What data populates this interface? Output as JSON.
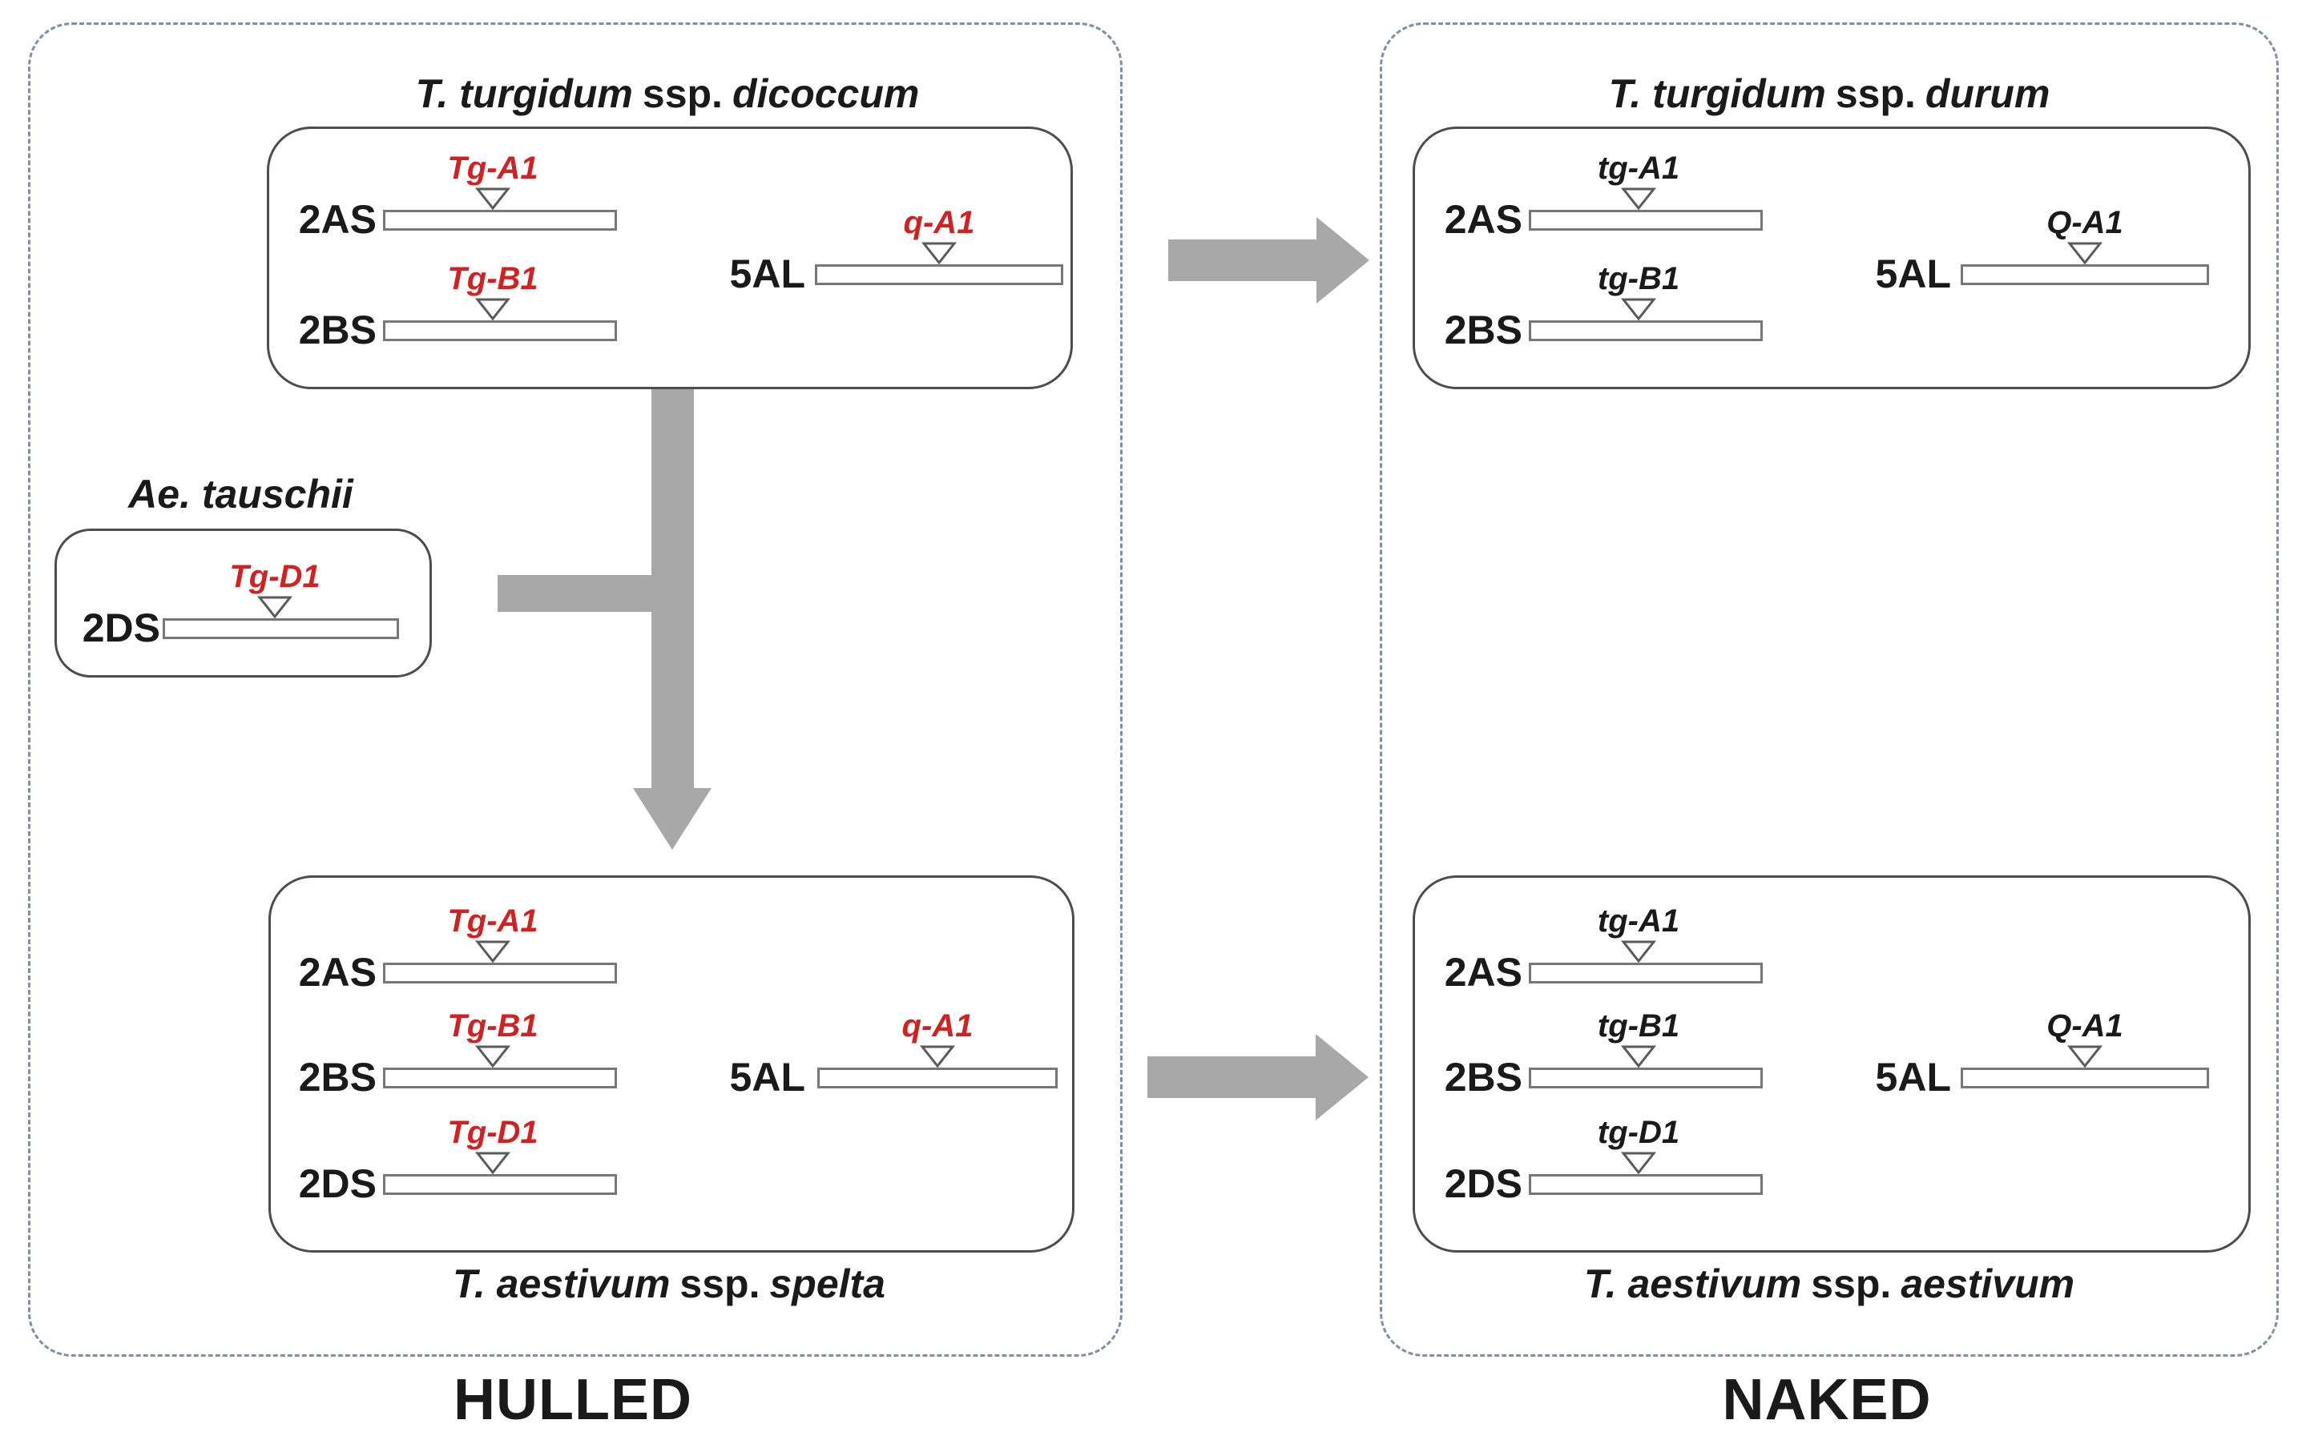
{
  "colors": {
    "gene_dominant_red": "#d22121",
    "text_black": "#1a1a1a",
    "arrow_gray": "#a8a8a8",
    "panel_dash_blue": "#7d90a6",
    "box_border_gray": "#4d4d4d",
    "bar_border_gray": "#777777"
  },
  "panels": {
    "hulled_label": "HULLED",
    "naked_label": "NAKED"
  },
  "groups": {
    "dicoccum": {
      "title_genus": "T. turgidum",
      "title_rank": "ssp.",
      "title_epithet": "dicoccum",
      "rows": [
        {
          "chromosome": "2AS",
          "gene": "Tg-A1"
        },
        {
          "chromosome": "5AL",
          "gene": "q-A1"
        },
        {
          "chromosome": "2BS",
          "gene": "Tg-B1"
        }
      ]
    },
    "tauschii": {
      "title_genus": "Ae. tauschii",
      "rows": [
        {
          "chromosome": "2DS",
          "gene": "Tg-D1"
        }
      ]
    },
    "spelta": {
      "title_genus": "T. aestivum",
      "title_rank": "ssp.",
      "title_epithet": "spelta",
      "rows": [
        {
          "chromosome": "2AS",
          "gene": "Tg-A1"
        },
        {
          "chromosome": "2BS",
          "gene": "Tg-B1"
        },
        {
          "chromosome": "5AL",
          "gene": "q-A1"
        },
        {
          "chromosome": "2DS",
          "gene": "Tg-D1"
        }
      ]
    },
    "durum": {
      "title_genus": "T. turgidum",
      "title_rank": "ssp.",
      "title_epithet": "durum",
      "rows": [
        {
          "chromosome": "2AS",
          "gene": "tg-A1"
        },
        {
          "chromosome": "5AL",
          "gene": "Q-A1"
        },
        {
          "chromosome": "2BS",
          "gene": "tg-B1"
        }
      ]
    },
    "aestivum": {
      "title_genus": "T. aestivum",
      "title_rank": "ssp.",
      "title_epithet": "aestivum",
      "rows": [
        {
          "chromosome": "2AS",
          "gene": "tg-A1"
        },
        {
          "chromosome": "2BS",
          "gene": "tg-B1"
        },
        {
          "chromosome": "5AL",
          "gene": "Q-A1"
        },
        {
          "chromosome": "2DS",
          "gene": "tg-D1"
        }
      ]
    }
  }
}
